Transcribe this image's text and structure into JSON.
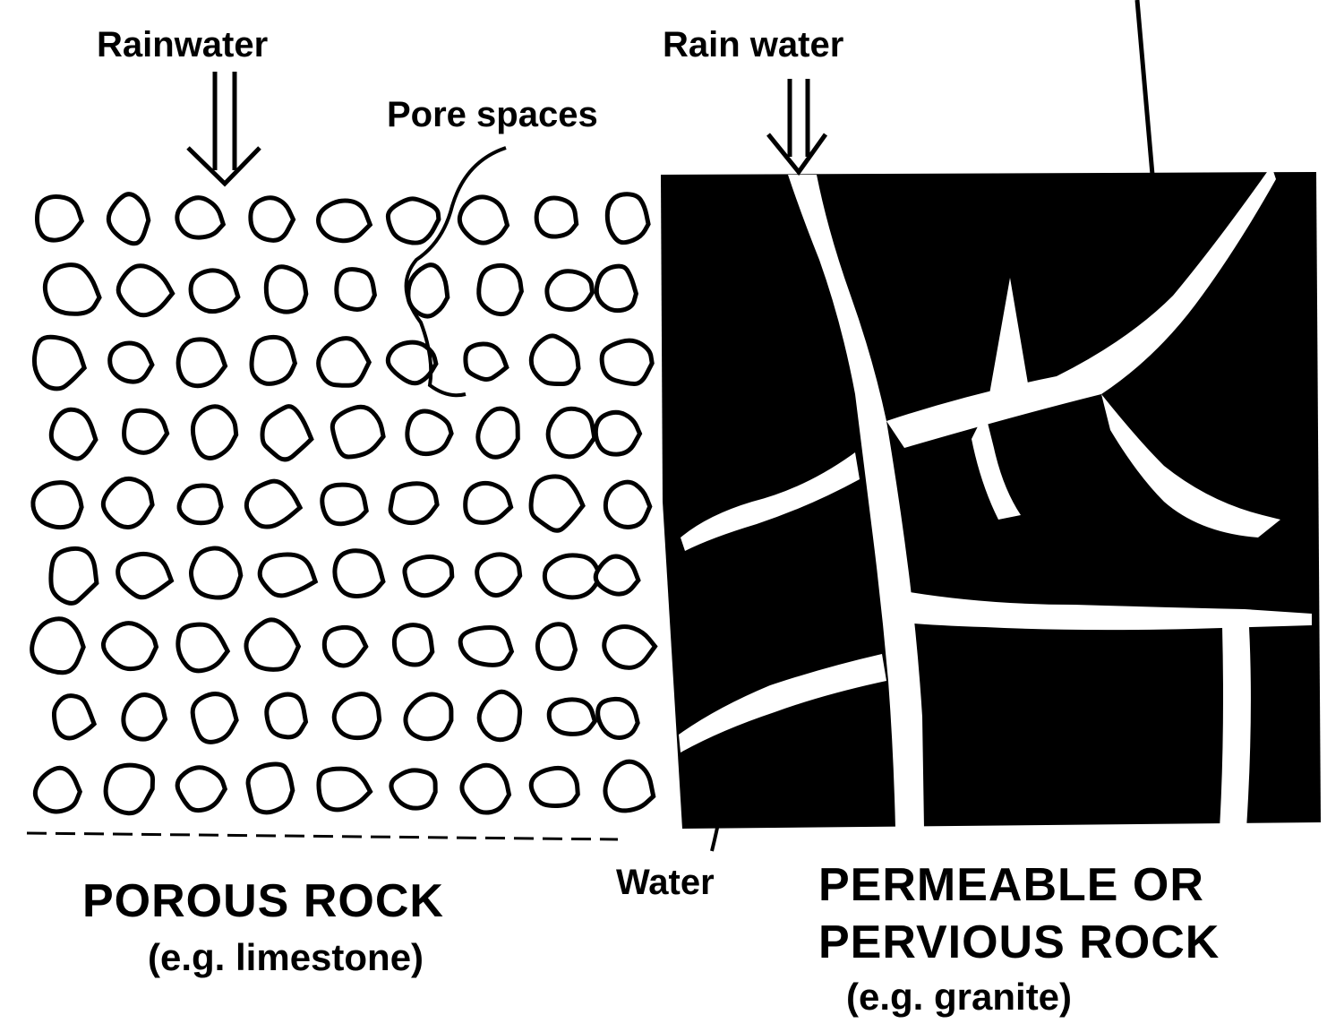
{
  "labels": {
    "rainwater_left": "Rainwater",
    "pore_spaces": "Pore spaces",
    "rainwater_right": "Rain water",
    "water": "Water",
    "porous_title": "POROUS ROCK",
    "porous_example": "(e.g. limestone)",
    "permeable_title_line1": "PERMEABLE OR",
    "permeable_title_line2": "PERVIOUS ROCK",
    "permeable_example": "(e.g. granite)"
  },
  "colors": {
    "ink": "#000000",
    "paper": "#ffffff"
  }
}
